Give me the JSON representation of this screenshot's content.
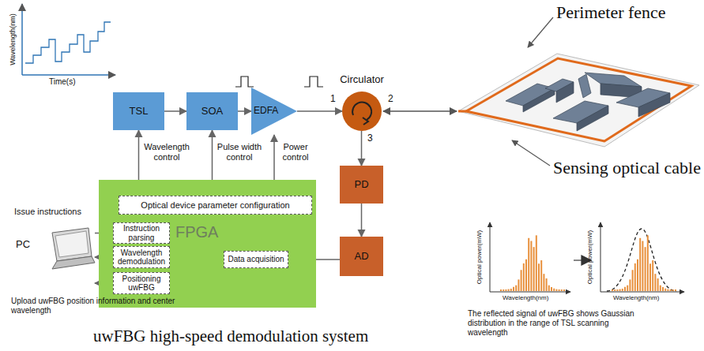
{
  "diagram": {
    "caption": "uwFBG high-speed demodulation system",
    "nodes": [
      {
        "text": [
          "TSL"
        ]
      },
      {
        "text": [
          "SOA"
        ]
      },
      {
        "text": [
          "EDFA"
        ]
      },
      {
        "text": [
          "Circulator"
        ]
      },
      {
        "text": [
          "FPGA"
        ]
      },
      {
        "text": [
          "Optical device parameter configuration"
        ],
        "in": 4
      },
      {
        "text": [
          "Instruction parsing"
        ],
        "in": 4
      },
      {
        "text": [
          "Wavelength demodulation"
        ],
        "in": 4
      },
      {
        "text": [
          "Positioning uwFBG"
        ],
        "in": 4
      },
      {
        "text": [
          "Data acquisition"
        ],
        "in": 4
      },
      {
        "text": [
          "PD"
        ]
      },
      {
        "text": [
          "AD"
        ]
      },
      {
        "text": [
          "PC"
        ]
      }
    ],
    "edges": [
      {
        "from": 0,
        "to": 1,
        "arrow": "to"
      },
      {
        "from": 1,
        "to": 2,
        "arrow": "to"
      },
      {
        "from": 2,
        "to": 3,
        "arrow": "to"
      },
      {
        "from": 3,
        "to": 10,
        "arrow": "to"
      },
      {
        "from": 10,
        "to": 11,
        "arrow": "to"
      },
      {
        "from": 11,
        "to": 9,
        "arrow": "to"
      },
      {
        "from": 5,
        "to": 0,
        "label": "Wavelength control",
        "arrow": "to"
      },
      {
        "from": 5,
        "to": 1,
        "label": "Pulse width control",
        "arrow": "to"
      },
      {
        "from": 5,
        "to": 2,
        "label": "Power control",
        "arrow": "to"
      },
      {
        "from": 12,
        "to": 6,
        "label": "Issue instructions",
        "arrow": "to"
      },
      {
        "from": 7,
        "to": 12,
        "arrow": "to"
      },
      {
        "from": 8,
        "to": 12,
        "arrow": "to"
      }
    ],
    "labels": [
      "Wavelength(nm)",
      "Time(s)",
      "1",
      "2",
      "3",
      "Perimeter fence",
      "Sensing optical cable",
      "Upload uwFBG position information and center wavelength",
      "Optical power(mW)",
      "Wavelength(nm)",
      "Optical power(mW)",
      "Wavelength(nm)",
      "The reflected signal of uwFBG shows Gaussian distribution in the range of TSL scanning wavelength"
    ]
  }
}
